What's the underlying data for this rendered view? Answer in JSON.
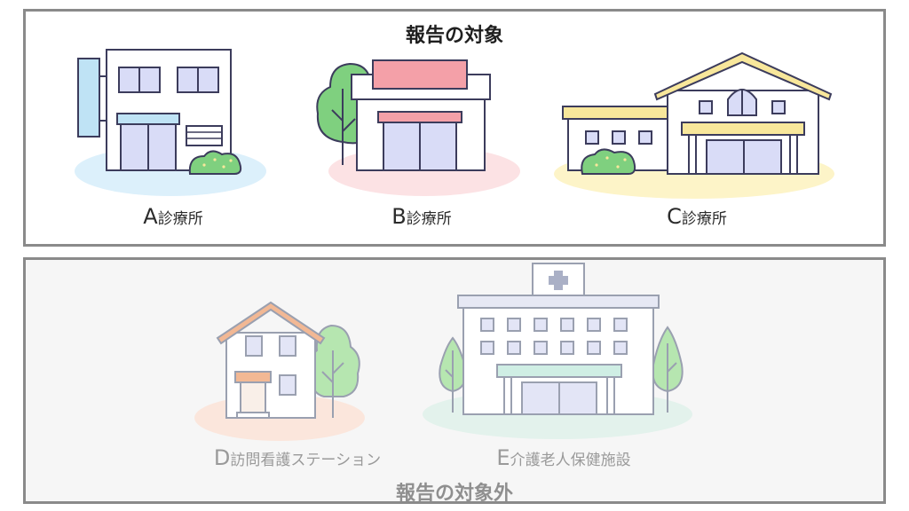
{
  "included": {
    "title": "報告の対象",
    "items": [
      {
        "letter": "A",
        "name": "診療所"
      },
      {
        "letter": "B",
        "name": "診療所"
      },
      {
        "letter": "C",
        "name": "診療所"
      }
    ]
  },
  "excluded": {
    "title": "報告の対象外",
    "items": [
      {
        "letter": "D",
        "name": "訪問看護ステーション"
      },
      {
        "letter": "E",
        "name": "介護老人保健施設"
      }
    ]
  },
  "colors": {
    "outline": "#3c3c5c",
    "window": "#d9dcf7",
    "clinic_a_accent": "#bfe3f5",
    "clinic_b_accent": "#f4a0a8",
    "clinic_c_accent": "#f8e79b",
    "shrub": "#7fd07f",
    "faded_outline": "#9aa0b0",
    "faded_roof": "#f2b894"
  }
}
